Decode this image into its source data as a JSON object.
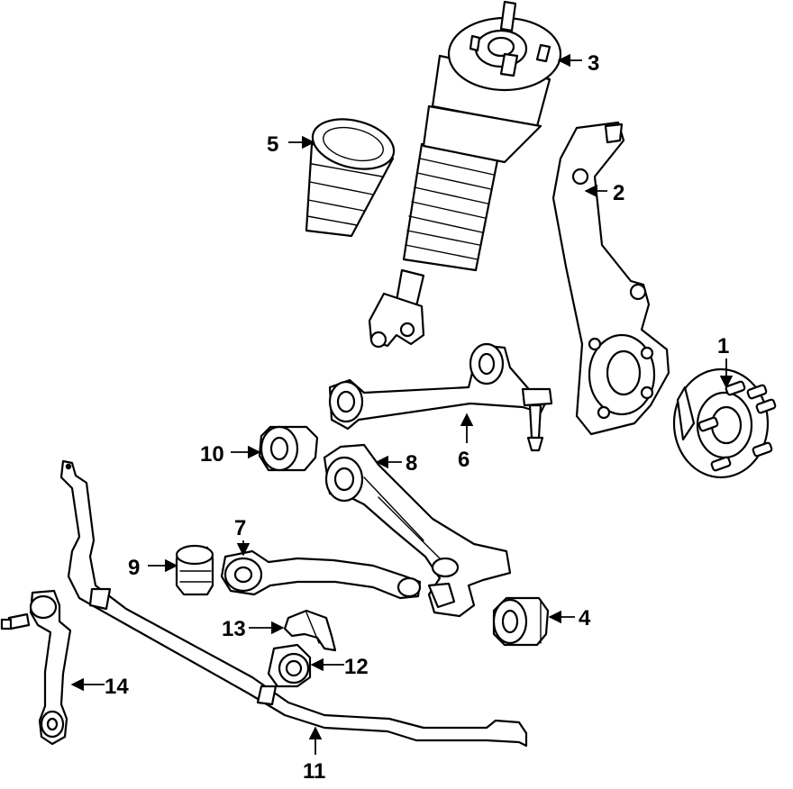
{
  "callouts": [
    {
      "id": "1",
      "text": "1"
    },
    {
      "id": "2",
      "text": "2"
    },
    {
      "id": "3",
      "text": "3"
    },
    {
      "id": "4",
      "text": "4"
    },
    {
      "id": "5",
      "text": "5"
    },
    {
      "id": "6",
      "text": "6"
    },
    {
      "id": "7",
      "text": "7"
    },
    {
      "id": "8",
      "text": "8"
    },
    {
      "id": "9",
      "text": "9"
    },
    {
      "id": "10",
      "text": "10"
    },
    {
      "id": "11",
      "text": "11"
    },
    {
      "id": "12",
      "text": "12"
    },
    {
      "id": "13",
      "text": "13"
    },
    {
      "id": "14",
      "text": "14"
    }
  ],
  "colors": {
    "ink": "#000000",
    "paper": "#ffffff"
  }
}
